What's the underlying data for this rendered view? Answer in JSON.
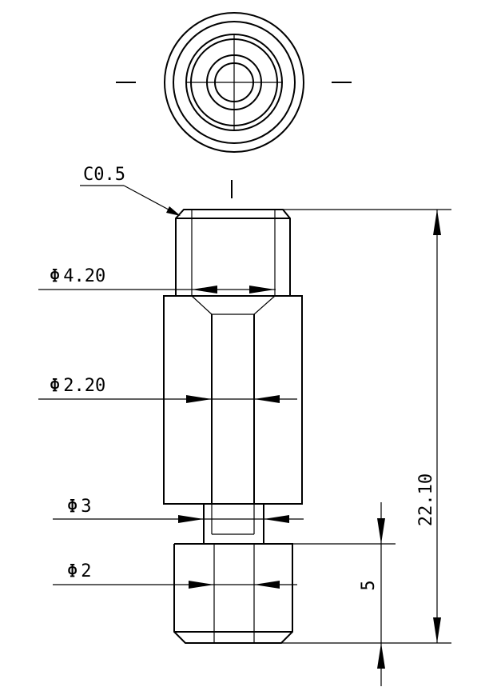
{
  "drawing": {
    "labels": {
      "chamfer": "C0.5",
      "dia_top": "4.20",
      "dia_body": "2.20",
      "dia_neck": "3",
      "dia_bottom": "2",
      "length_total": "22.10",
      "length_bottom": "5"
    },
    "symbols": {
      "diameter": "Φ"
    },
    "colors": {
      "line": "#000000",
      "background": "#ffffff"
    }
  }
}
